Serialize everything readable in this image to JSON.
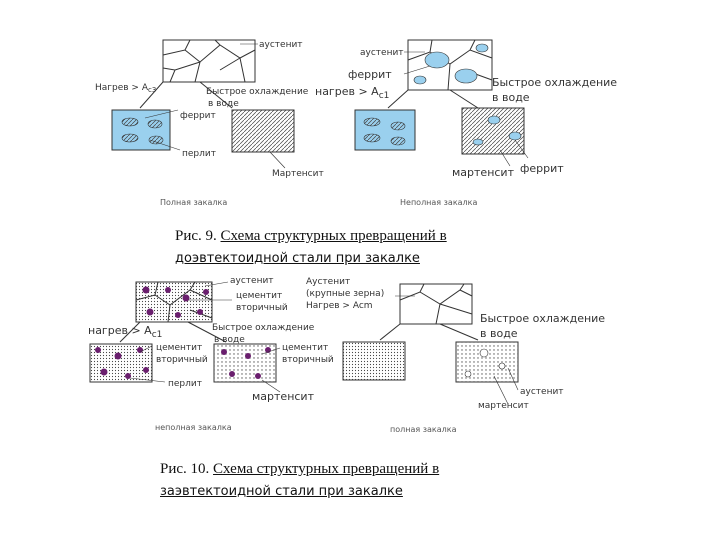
{
  "fig9": {
    "left": {
      "austenite": "аустенит",
      "heat": "Нагрев > А",
      "heat_sub": "c3",
      "cool1": "Быстрое охлаждение",
      "cool2": "в воде",
      "ferrite": "феррит",
      "perlite": "перлит",
      "martensite": "Мартенсит",
      "label": "Полная закалка"
    },
    "right": {
      "austenite": "аустенит",
      "ferrite": "феррит",
      "heat": "нагрев > A",
      "heat_sub": "c1",
      "cool1": "Быстрое охлаждение",
      "cool2": "в воде",
      "martensite": "мартенсит",
      "ferrite2": "феррит",
      "label": "Неполная закалка"
    },
    "caption_prefix": "Рис. 9. ",
    "caption_line1": "Схема структурных превращений в",
    "caption_line2": "доэвтектоидной стали при закалке"
  },
  "fig10": {
    "left": {
      "austenite": "аустенит",
      "cementite1": "цементит",
      "cementite1b": "вторичный",
      "heat": "нагрев > A",
      "heat_sub": "c1",
      "cool1": "Быстрое охлаждение",
      "cool2": "в воде",
      "cementite2": "цементит",
      "cementite2b": "вторичный",
      "cementite3": "цементит",
      "cementite3b": "вторичный",
      "perlite": "перлит",
      "martensite": "мартенсит",
      "label": "неполная закалка"
    },
    "right": {
      "austenite1": "Аустенит",
      "austenite2": "(крупные зерна)",
      "heat": "Нагрев > Acm",
      "cool1": "Быстрое охлаждение",
      "cool2": "в воде",
      "austenite3": "аустенит",
      "martensite": "мартенсит",
      "label": "полная закалка"
    },
    "caption_prefix": "Рис. 10. ",
    "caption_line1": "Схема структурных превращений в",
    "caption_line2": "заэвтектоидной стали при закалке"
  },
  "colors": {
    "ferrite_blue": "#9ad0ee",
    "cementite_purple": "#6a1f6e",
    "line": "#333333"
  }
}
